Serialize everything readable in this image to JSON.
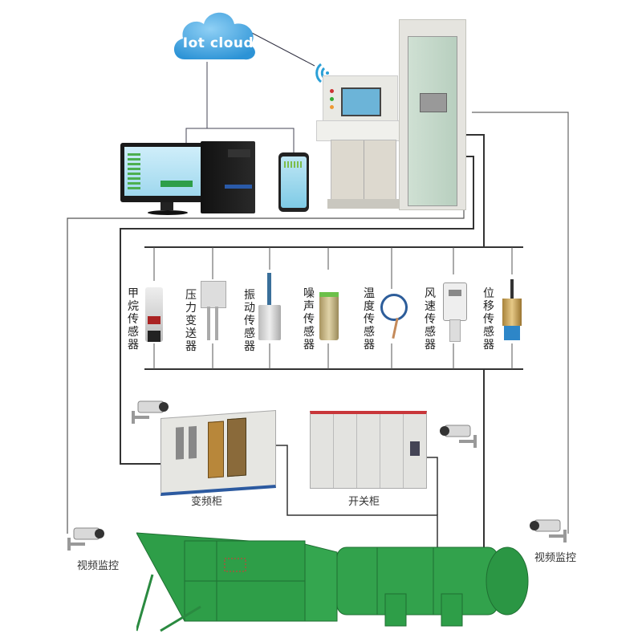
{
  "cloud": {
    "label": "Iot cloud"
  },
  "control_center": {
    "pc": "desktop-computer",
    "phone": "smartphone",
    "console": "operation-console",
    "cabinet": "control-cabinet"
  },
  "sensors": [
    {
      "label": "甲烷传感器",
      "name": "methane-sensor"
    },
    {
      "label": "压力变送器",
      "name": "pressure-transmitter"
    },
    {
      "label": "振动传感器",
      "name": "vibration-sensor"
    },
    {
      "label": "噪声传感器",
      "name": "noise-sensor"
    },
    {
      "label": "温度传感器",
      "name": "temperature-sensor"
    },
    {
      "label": "风速传感器",
      "name": "wind-speed-sensor"
    },
    {
      "label": "位移传感器",
      "name": "displacement-sensor"
    }
  ],
  "equipment": {
    "vfd_label": "变频柜",
    "switch_label": "开关柜"
  },
  "cameras": {
    "left_label": "视频监控",
    "right_label": "视频监控"
  },
  "colors": {
    "cloud": "#4aa8e0",
    "wifi": "#2a9fd6",
    "fan_green": "#2e9e48",
    "wire": "#333333",
    "cabinet": "#e4e4de"
  }
}
